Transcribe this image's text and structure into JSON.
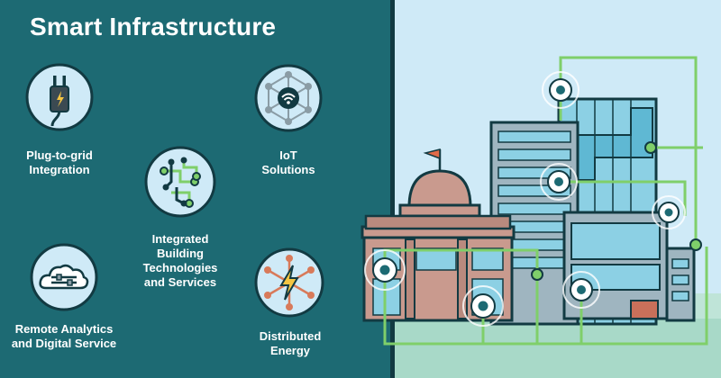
{
  "title": "Smart Infrastructure",
  "features": [
    {
      "id": "plug",
      "label": "Plug-to-grid\nIntegration",
      "icon": "plug-icon"
    },
    {
      "id": "iot",
      "label": "IoT\nSolutions",
      "icon": "iot-network-icon"
    },
    {
      "id": "building",
      "label": "Integrated\nBuilding\nTechnologies\nand Services",
      "icon": "circuit-icon"
    },
    {
      "id": "remote",
      "label": "Remote Analytics\nand Digital Service",
      "icon": "cloud-sliders-icon"
    },
    {
      "id": "energy",
      "label": "Distributed\nEnergy",
      "icon": "lightning-network-icon"
    }
  ],
  "colors": {
    "panel": "#1d6a73",
    "sky": "#cfeaf7",
    "accent_green": "#7fcf6a",
    "outline": "#123a42",
    "brick": "#c99a8e",
    "glass": "#8cd0e4"
  }
}
